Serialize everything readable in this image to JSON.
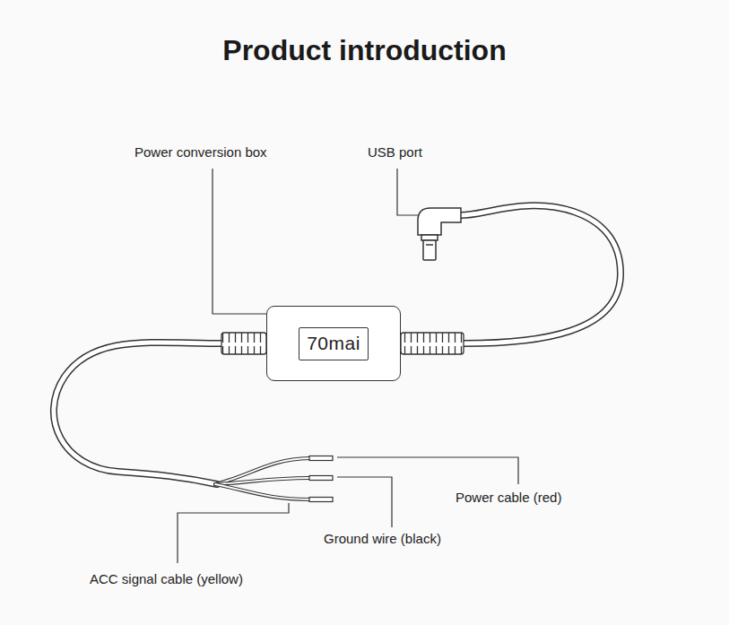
{
  "diagram": {
    "title": "Product introduction",
    "nodes": [
      {
        "text": [
          "70mai"
        ]
      }
    ],
    "labels": [
      "Power conversion box",
      "USB port",
      "Power cable (red)",
      "Ground wire (black)",
      "ACC signal cable (yellow)"
    ]
  }
}
